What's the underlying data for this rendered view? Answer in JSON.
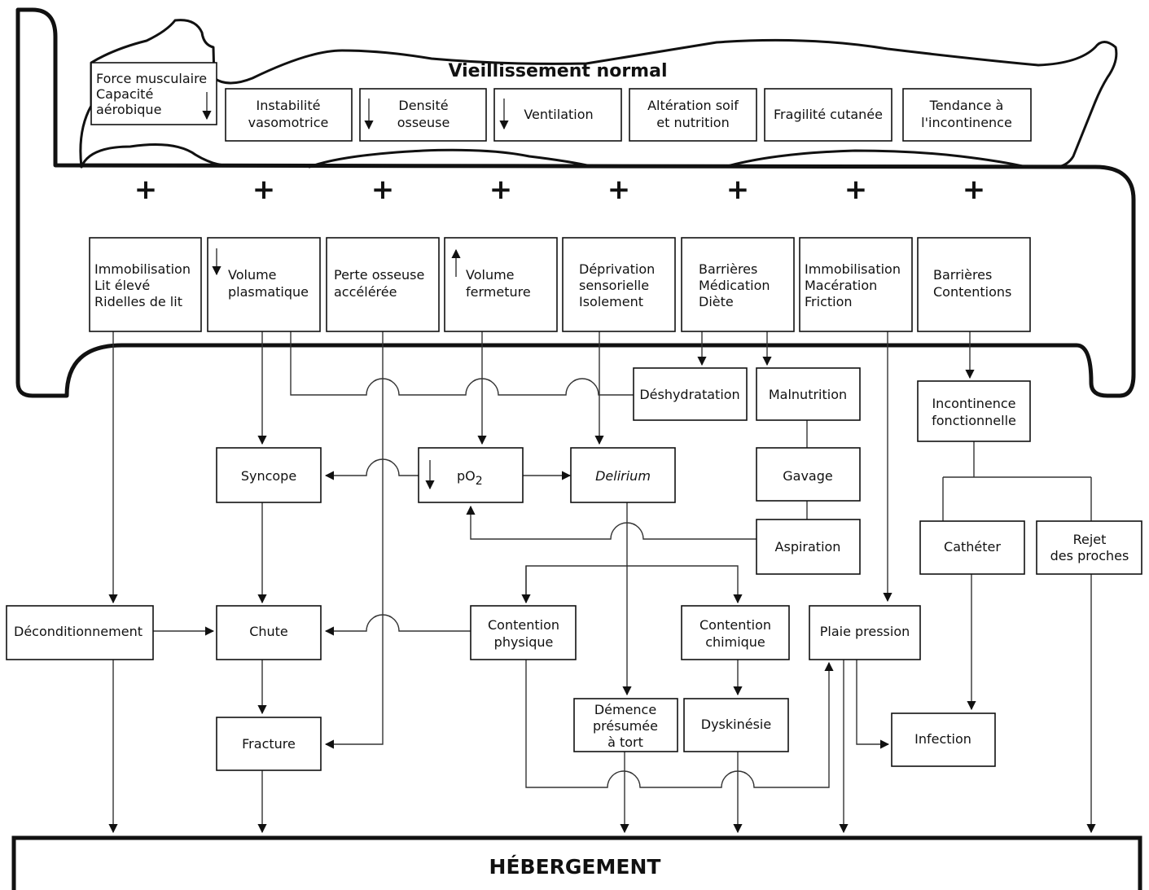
{
  "title": "Vieillissement normal",
  "bottom_label": "HÉBERGEMENT",
  "plus_sign": "+",
  "aging_factors": [
    {
      "lines": [
        "Force musculaire",
        "Capacité",
        "aérobique"
      ],
      "arrow": "down"
    },
    {
      "lines": [
        "Instabilité",
        "vasomotrice"
      ]
    },
    {
      "lines": [
        "Densité",
        "osseuse"
      ],
      "arrow": "down"
    },
    {
      "lines": [
        "Ventilation"
      ],
      "arrow": "down"
    },
    {
      "lines": [
        "Altération soif",
        "et nutrition"
      ]
    },
    {
      "lines": [
        "Fragilité cutanée"
      ]
    },
    {
      "lines": [
        "Tendance à",
        "l'incontinence"
      ]
    }
  ],
  "hospital_factors": [
    {
      "lines": [
        "Immobilisation",
        "Lit élevé",
        "Ridelles de lit"
      ]
    },
    {
      "lines": [
        "Volume",
        "plasmatique"
      ],
      "arrow": "down"
    },
    {
      "lines": [
        "Perte osseuse",
        "accélérée"
      ]
    },
    {
      "lines": [
        "Volume",
        "fermeture"
      ],
      "arrow": "up"
    },
    {
      "lines": [
        "Déprivation",
        "sensorielle",
        "Isolement"
      ]
    },
    {
      "lines": [
        "Barrières",
        "Médication",
        "Diète"
      ]
    },
    {
      "lines": [
        "Immobilisation",
        "Macération",
        "Friction"
      ]
    },
    {
      "lines": [
        "Barrières",
        "Contentions"
      ]
    }
  ],
  "outcomes": {
    "deshydratation": "Déshydratation",
    "malnutrition": "Malnutrition",
    "incontinence": [
      "Incontinence",
      "fonctionnelle"
    ],
    "syncope": "Syncope",
    "po2": "pO",
    "po2_sub": "2",
    "delirium": "Delirium",
    "gavage": "Gavage",
    "aspiration": "Aspiration",
    "catheter": "Cathéter",
    "rejet": [
      "Rejet",
      "des proches"
    ],
    "deconditionnement": "Déconditionnement",
    "chute": "Chute",
    "contention_physique": [
      "Contention",
      "physique"
    ],
    "contention_chimique": [
      "Contention",
      "chimique"
    ],
    "plaie": "Plaie pression",
    "fracture": "Fracture",
    "demence": [
      "Démence",
      "présumée",
      "à tort"
    ],
    "dyskinesie": "Dyskinésie",
    "infection": "Infection"
  }
}
